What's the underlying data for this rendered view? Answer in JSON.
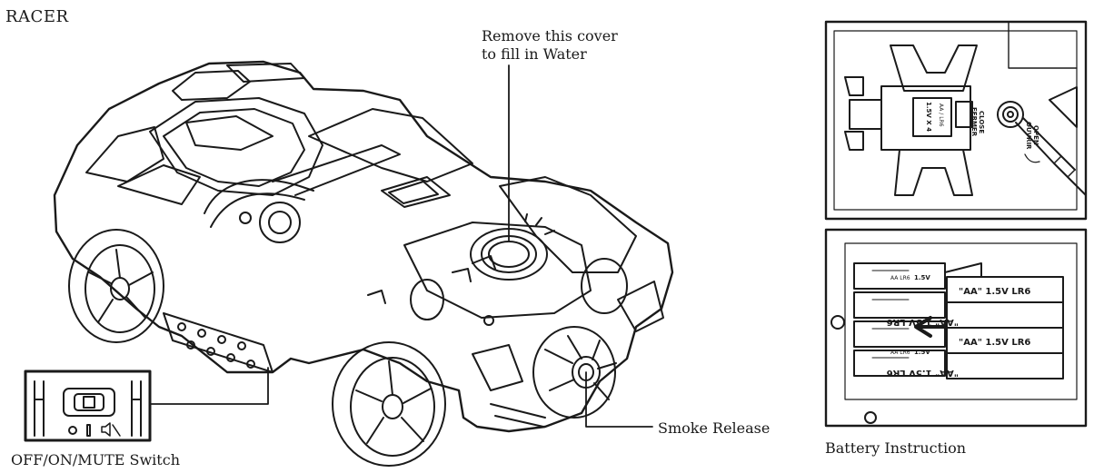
{
  "title": "RACER",
  "callouts": {
    "cover_line1": "Remove this cover",
    "cover_line2": "to fill in Water",
    "smoke": "Smoke Release",
    "switch": "OFF/ON/MUTE Switch",
    "battery": "Battery Instruction"
  },
  "battery_panel": {
    "close_label": "CLOSE",
    "fermer_label": "FERMER",
    "open_label": "OPEN",
    "ouvrir_label": "OUVRIR",
    "door_marking_1": "1.5V X 4",
    "door_marking_2": "AA / LR6",
    "cells": [
      "\"AA\" 1.5V LR6",
      "\"AA\" 1.5V LR6",
      "\"AA\" 1.5V LR6",
      "\"AA\" 1.5V LR6"
    ],
    "slot_marking": "1.5V",
    "slot_type": "AA LR6"
  }
}
